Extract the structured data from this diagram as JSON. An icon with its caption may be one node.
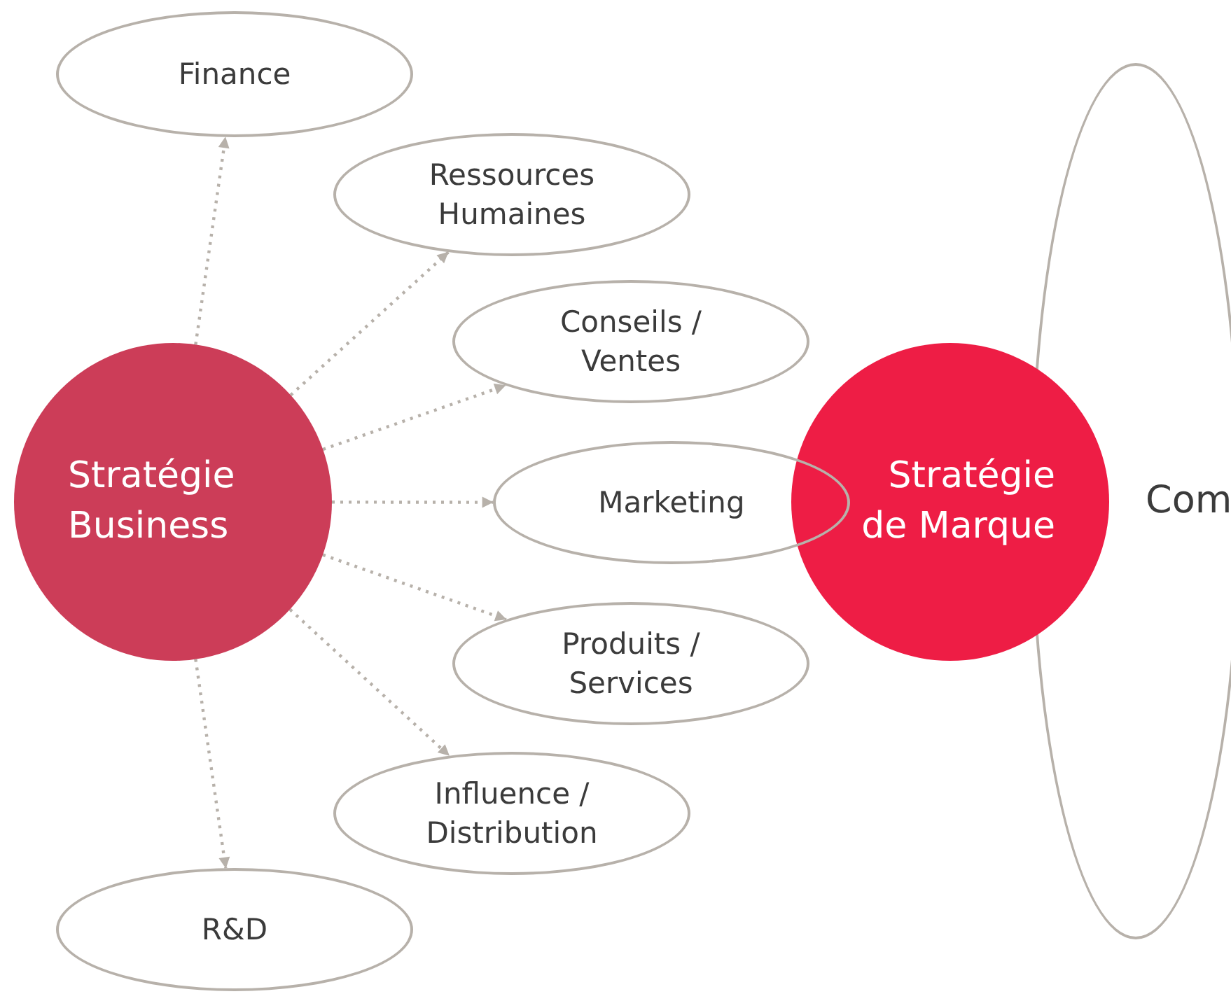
{
  "diagram": {
    "nodes": [
      {
        "text": [
          "Finance"
        ]
      },
      {
        "text": [
          "Ressources Humaines"
        ]
      },
      {
        "text": [
          "Conseils / Ventes"
        ]
      },
      {
        "text": [
          "Marketing"
        ]
      },
      {
        "text": [
          "Produits / Services"
        ]
      },
      {
        "text": [
          "Influence / Distribution"
        ]
      },
      {
        "text": [
          "R&D"
        ]
      },
      {
        "text": [
          "Stratégie Business"
        ]
      },
      {
        "text": [
          "Stratégie de Marque"
        ]
      },
      {
        "text": [
          "Com"
        ]
      }
    ],
    "edges": [
      {
        "from": 7,
        "to": 0,
        "arrow": "to",
        "style": "dashed"
      },
      {
        "from": 7,
        "to": 1,
        "arrow": "to",
        "style": "dashed"
      },
      {
        "from": 7,
        "to": 2,
        "arrow": "to",
        "style": "dashed"
      },
      {
        "from": 7,
        "to": 3,
        "arrow": "to",
        "style": "dashed"
      },
      {
        "from": 7,
        "to": 4,
        "arrow": "to",
        "style": "dashed"
      },
      {
        "from": 7,
        "to": 5,
        "arrow": "to",
        "style": "dashed"
      },
      {
        "from": 7,
        "to": 6,
        "arrow": "to",
        "style": "dashed"
      }
    ]
  }
}
